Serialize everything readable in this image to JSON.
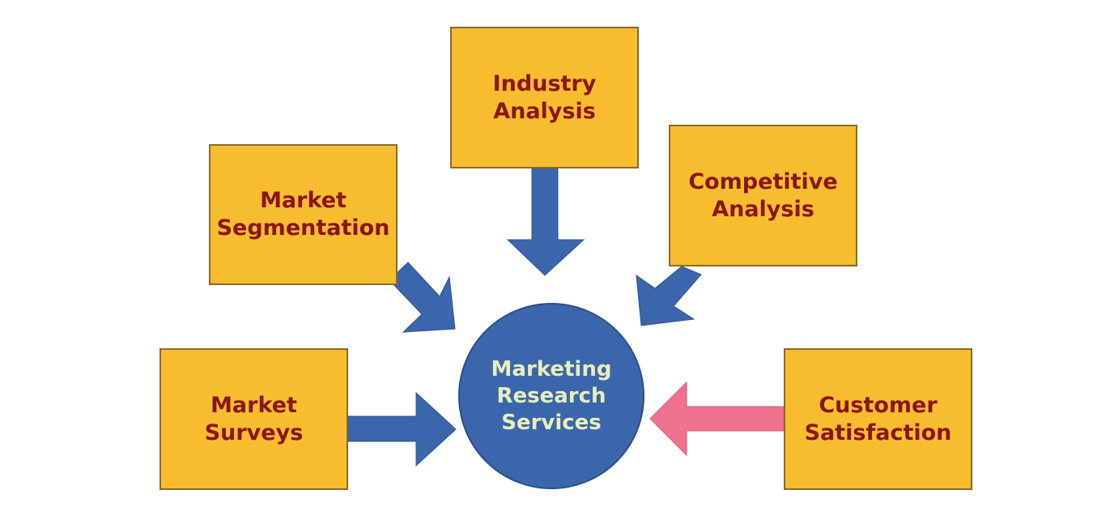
{
  "colors": {
    "box_fill": "#f8bd2e",
    "box_text": "#8b1515",
    "hub_fill": "#3a66ac",
    "hub_text": "#e8f0b8",
    "arrow_blue": "#3a66ac",
    "arrow_pink": "#f0728f"
  },
  "hub": {
    "label": "Marketing\nResearch\nServices"
  },
  "nodes": {
    "industry_analysis": "Industry\nAnalysis",
    "market_segmentation": "Market\nSegmentation",
    "competitive_analysis": "Competitive\nAnalysis",
    "market_surveys": "Market\nSurveys",
    "customer_satisfaction": "Customer\nSatisfaction"
  },
  "edges": [
    {
      "from": "industry_analysis",
      "to": "hub",
      "color": "blue"
    },
    {
      "from": "market_segmentation",
      "to": "hub",
      "color": "blue"
    },
    {
      "from": "competitive_analysis",
      "to": "hub",
      "color": "blue"
    },
    {
      "from": "market_surveys",
      "to": "hub",
      "color": "blue"
    },
    {
      "from": "customer_satisfaction",
      "to": "hub",
      "color": "pink"
    }
  ]
}
